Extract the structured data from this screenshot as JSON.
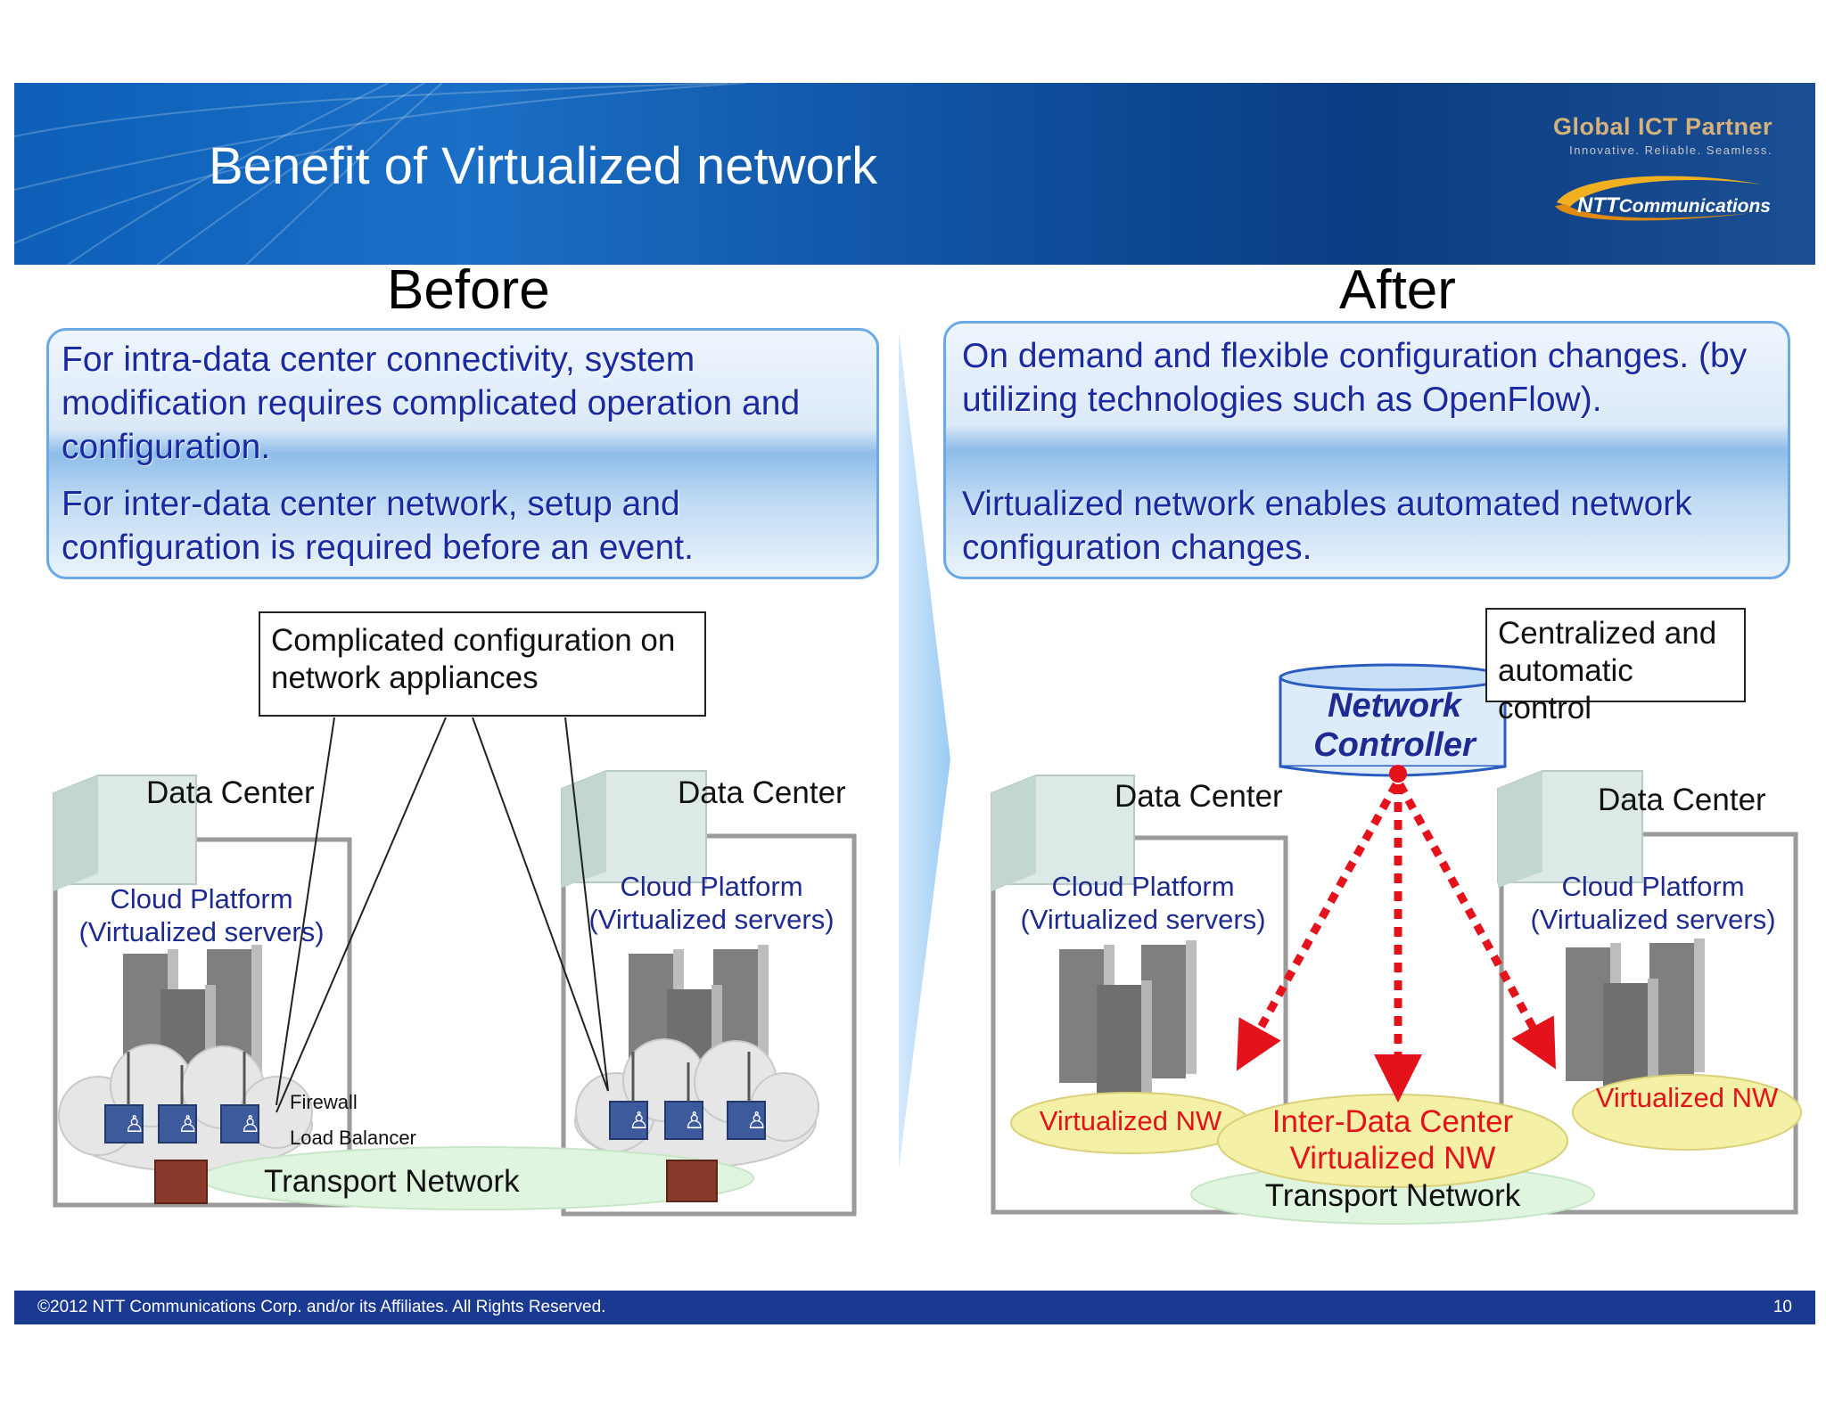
{
  "header": {
    "title": "Benefit of Virtualized network",
    "logo_tagline": "Global ICT Partner",
    "logo_subtagline": "Innovative. Reliable. Seamless.",
    "logo_brand": "NTT",
    "logo_brand_suffix": "Communications"
  },
  "before": {
    "title": "Before",
    "box_text_1": "For intra-data center connectivity, system modification requires complicated operation and configuration.",
    "box_text_2": "For inter-data center network, setup and configuration is required before an event.",
    "callout": "Complicated configuration on network appliances",
    "dc_left_label": "Data Center",
    "dc_right_label": "Data Center",
    "cloud_left": "Cloud Platform (Virtualized servers)",
    "cloud_right": "Cloud Platform (Virtualized servers)",
    "firewall": "Firewall",
    "load_balancer": "Load Balancer",
    "transport": "Transport Network"
  },
  "after": {
    "title": "After",
    "box_text_1": "On demand and flexible configuration changes. (by utilizing technologies such as OpenFlow).",
    "box_text_2": "Virtualized network enables automated network configuration changes.",
    "callout": "Centralized and automatic control",
    "controller_line1": "Network",
    "controller_line2": "Controller",
    "dc_left_label": "Data Center",
    "dc_right_label": "Data Center",
    "cloud_left": "Cloud Platform (Virtualized servers)",
    "cloud_right": "Cloud Platform (Virtualized servers)",
    "vnw_left": "Virtualized NW",
    "vnw_right": "Virtualized NW",
    "inter_dc_line1": "Inter-Data Center",
    "inter_dc_line2": "Virtualized NW",
    "transport": "Transport Network"
  },
  "footer": {
    "copyright": "©2012  NTT Communications Corp. and/or its Affiliates. All Rights Reserved.",
    "page_number": "10"
  },
  "colors": {
    "header_blue": "#0d5fb8",
    "footer_navy": "#1a3a92",
    "text_navy": "#1d2a90",
    "accent_red": "#e3121b"
  }
}
